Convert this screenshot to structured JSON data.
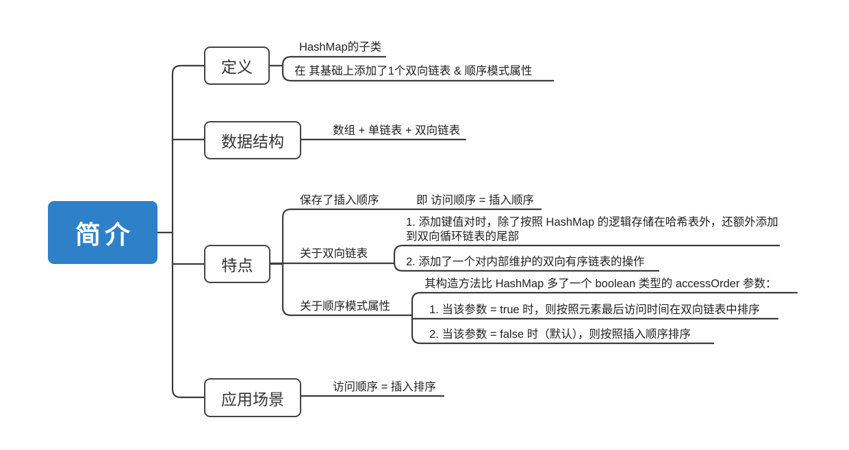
{
  "colors": {
    "root_background": "#2e80c8",
    "root_text": "#ffffff",
    "line": "#3b3b3b",
    "box_border": "#424242",
    "text": "#222222"
  },
  "root": {
    "label": "简介"
  },
  "branches": {
    "definition": {
      "label": "定义",
      "children": {
        "subclass": "HashMap的子类",
        "addition": "在 其基础上添加了1个双向链表 & 顺序模式属性"
      }
    },
    "data_structure": {
      "label": "数据结构",
      "children": {
        "composition": "数组 + 单链表 + 双向链表"
      }
    },
    "features": {
      "label": "特点",
      "children": {
        "insertion_order": {
          "label": "保存了插入顺序",
          "children": {
            "note": "即 访问顺序 = 插入顺序"
          }
        },
        "doubly_linked_list": {
          "label": "关于双向链表",
          "children": {
            "item1": "1. 添加键值对时，除了按照 HashMap 的逻辑存储在哈希表外，还额外添加到双向循环链表的尾部",
            "item2": "2. 添加了一个对内部维护的双向有序链表的操作"
          }
        },
        "order_mode": {
          "label": "关于顺序模式属性",
          "children": {
            "intro": "其构造方法比 HashMap 多了一个 boolean 类型的 accessOrder 参数：",
            "true_case": "1. 当该参数 = true 时，则按照元素最后访问时间在双向链表中排序",
            "false_case": "2. 当该参数 = false 时（默认），则按照插入顺序排序"
          }
        }
      }
    },
    "application": {
      "label": "应用场景",
      "children": {
        "note": "访问顺序 = 插入排序"
      }
    }
  }
}
